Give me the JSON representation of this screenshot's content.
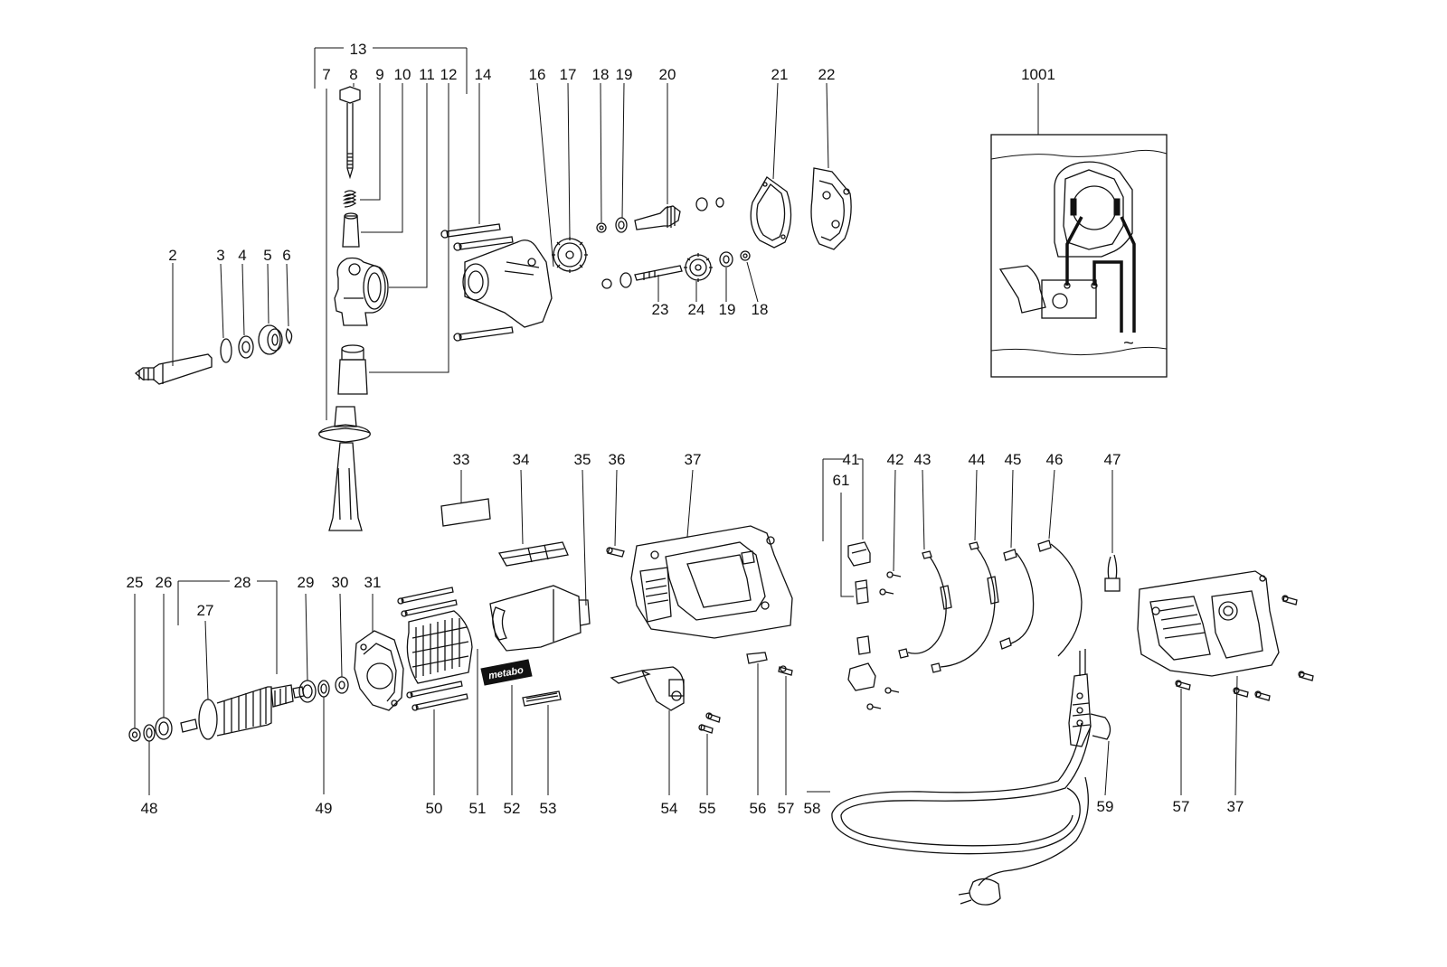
{
  "labels": {
    "p2": "2",
    "p3": "3",
    "p4": "4",
    "p5": "5",
    "p6": "6",
    "p7": "7",
    "p8": "8",
    "p9": "9",
    "p10": "10",
    "p11": "11",
    "p12": "12",
    "p13": "13",
    "p14": "14",
    "p16": "16",
    "p17": "17",
    "p18a": "18",
    "p19a": "19",
    "p20": "20",
    "p21": "21",
    "p22": "22",
    "p23": "23",
    "p24": "24",
    "p19b": "19",
    "p18b": "18",
    "p1001": "1001",
    "p25": "25",
    "p26": "26",
    "p27": "27",
    "p28": "28",
    "p29": "29",
    "p30": "30",
    "p31": "31",
    "p48": "48",
    "p49": "49",
    "p33": "33",
    "p34": "34",
    "p35": "35",
    "p36": "36",
    "p37a": "37",
    "p50": "50",
    "p51": "51",
    "p52": "52",
    "p53": "53",
    "p41": "41",
    "p61": "61",
    "p42": "42",
    "p43": "43",
    "p44": "44",
    "p45": "45",
    "p46": "46",
    "p47": "47",
    "p54": "54",
    "p55": "55",
    "p56": "56",
    "p57a": "57",
    "p58": "58",
    "p59": "59",
    "p57b": "57",
    "p37b": "37"
  },
  "brand_plate": "metabo",
  "ac_symbol": "~"
}
